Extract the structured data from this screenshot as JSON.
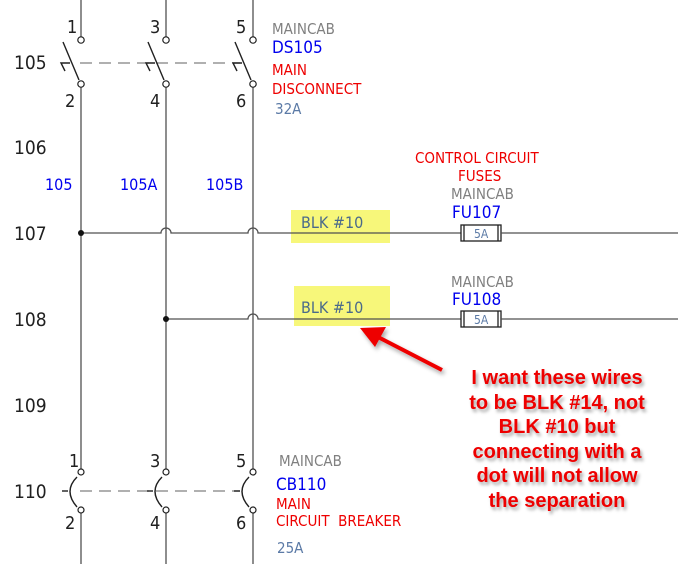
{
  "rungs": [
    "105",
    "106",
    "107",
    "108",
    "109",
    "110"
  ],
  "disconnect": {
    "pins_top": [
      "1",
      "3",
      "5"
    ],
    "pins_bottom": [
      "2",
      "4",
      "6"
    ],
    "location": "MAINCAB",
    "tag": "DS105",
    "description": [
      "MAIN",
      "DISCONNECT"
    ],
    "rating": "32A"
  },
  "wire_numbers": [
    "105",
    "105A",
    "105B"
  ],
  "fuses": {
    "group_label": [
      "CONTROL CIRCUIT",
      "FUSES"
    ],
    "items": [
      {
        "location": "MAINCAB",
        "tag": "FU107",
        "rating": "5A",
        "wire_label": "BLK #10"
      },
      {
        "location": "MAINCAB",
        "tag": "FU108",
        "rating": "5A",
        "wire_label": "BLK #10"
      }
    ]
  },
  "breaker": {
    "pins_top": [
      "1",
      "3",
      "5"
    ],
    "pins_bottom": [
      "2",
      "4",
      "6"
    ],
    "location": "MAINCAB",
    "tag": "CB110",
    "description": [
      "MAIN",
      "CIRCUIT  BREAKER"
    ],
    "rating": "25A"
  },
  "annotation": {
    "lines": [
      "I want these wires",
      "to be BLK #14, not",
      "BLK #10 but",
      "connecting with a",
      "dot will not allow",
      "the separation"
    ],
    "color": "#ee0000"
  },
  "colors": {
    "highlight": "#f7f77a",
    "tag": "#0000ee",
    "description": "#ee0000",
    "location": "#808080"
  }
}
